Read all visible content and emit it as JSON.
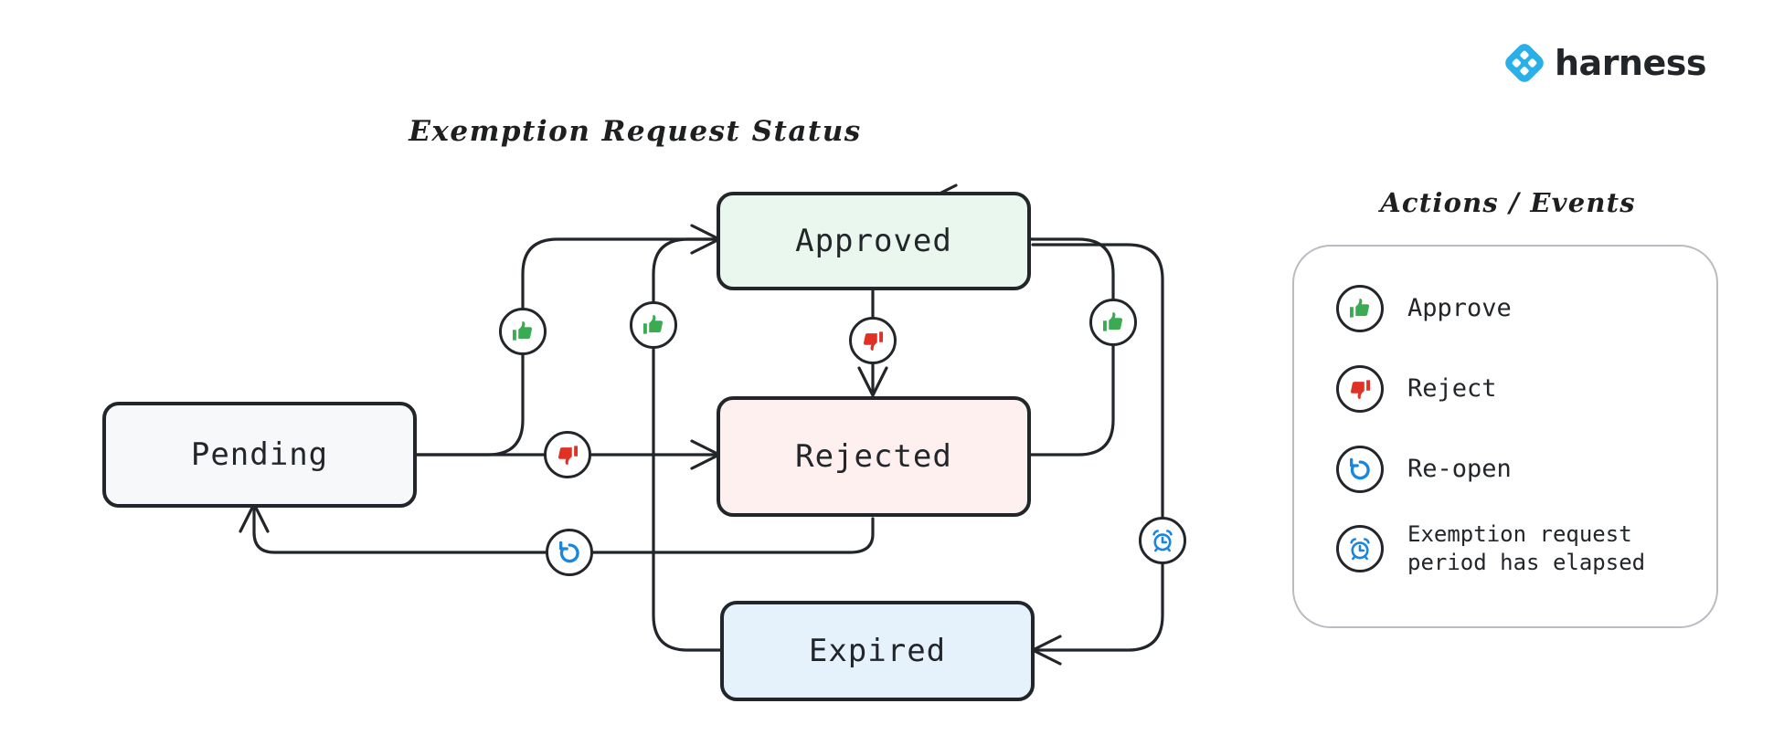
{
  "brand": {
    "name": "harness",
    "logo_icon": "harness-diamond-logo",
    "logo_color": "#2ab0e8"
  },
  "diagram": {
    "title": "Exemption Request Status",
    "type": "state-machine",
    "states": [
      {
        "id": "pending",
        "label": "Pending",
        "fill": "#f7f8f9",
        "stroke": "#22262a"
      },
      {
        "id": "approved",
        "label": "Approved",
        "fill": "#eaf7ee",
        "stroke": "#22262a"
      },
      {
        "id": "rejected",
        "label": "Rejected",
        "fill": "#fdf0ef",
        "stroke": "#22262a"
      },
      {
        "id": "expired",
        "label": "Expired",
        "fill": "#e6f2fb",
        "stroke": "#22262a"
      }
    ],
    "transitions": [
      {
        "from": "pending",
        "to": "approved",
        "action": "approve",
        "icon": "thumbs-up-icon"
      },
      {
        "from": "pending",
        "to": "rejected",
        "action": "reject",
        "icon": "thumbs-down-icon"
      },
      {
        "from": "approved",
        "to": "rejected",
        "action": "reject",
        "icon": "thumbs-down-icon"
      },
      {
        "from": "rejected",
        "to": "approved",
        "action": "approve",
        "icon": "thumbs-up-icon"
      },
      {
        "from": "expired",
        "to": "approved",
        "action": "approve",
        "icon": "thumbs-up-icon"
      },
      {
        "from": "rejected",
        "to": "pending",
        "action": "re-open",
        "icon": "reopen-icon"
      },
      {
        "from": "approved",
        "to": "expired",
        "action": "exemption-period-elapsed",
        "icon": "alarm-clock-icon"
      }
    ]
  },
  "legend": {
    "title": "Actions / Events",
    "items": [
      {
        "icon": "thumbs-up-icon",
        "label": "Approve",
        "color": "#3aab52"
      },
      {
        "icon": "thumbs-down-icon",
        "label": "Reject",
        "color": "#e03125"
      },
      {
        "icon": "reopen-icon",
        "label": "Re-open",
        "color": "#1a86de"
      },
      {
        "icon": "alarm-clock-icon",
        "label": "Exemption request\nperiod has elapsed",
        "color": "#1a86de"
      }
    ]
  },
  "colors": {
    "ink": "#22262a",
    "approve_green": "#3aab52",
    "reject_red": "#e03125",
    "event_blue": "#1a86de",
    "panel_border": "#b9bcc0",
    "background": "#ffffff"
  }
}
